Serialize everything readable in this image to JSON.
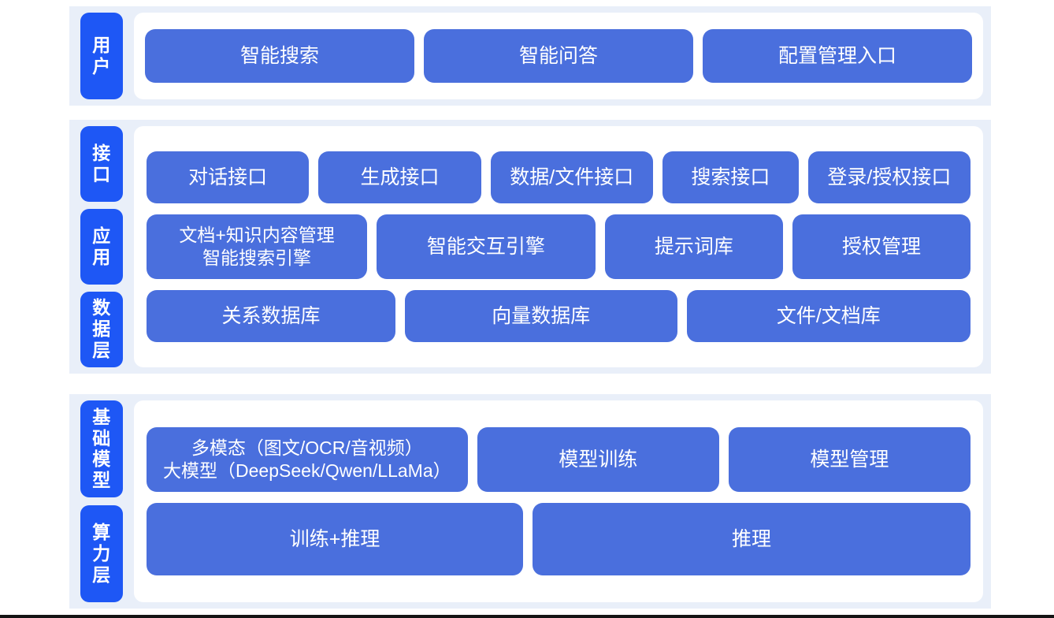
{
  "theme": {
    "page_background": "#ffffff",
    "band_background": "#e9eff9",
    "panel_background": "#ffffff",
    "tab_color": "#1e57f5",
    "box_color": "#4a6fdd",
    "text_color": "#ffffff",
    "bottom_rule_color": "#141414"
  },
  "sections": [
    {
      "id": "user",
      "tabs": [
        "用户"
      ],
      "rows": [
        {
          "id": "user-entries",
          "boxes": [
            {
              "label": "智能搜索",
              "flex": 1
            },
            {
              "label": "智能问答",
              "flex": 1
            },
            {
              "label": "配置管理入口",
              "flex": 1
            }
          ]
        }
      ]
    },
    {
      "id": "platform",
      "tabs": [
        "接口",
        "应用",
        "数据层"
      ],
      "rows": [
        {
          "id": "interface",
          "boxes": [
            {
              "label": "对话接口",
              "flex": 1
            },
            {
              "label": "生成接口",
              "flex": 1
            },
            {
              "label": "数据/文件接口",
              "flex": 1
            },
            {
              "label": "搜索接口",
              "flex": 0.82
            },
            {
              "label": "登录/授权接口",
              "flex": 1
            }
          ]
        },
        {
          "id": "application",
          "boxes": [
            {
              "label": "文档+知识内容管理\n智能搜索引擎",
              "flex": 1.06
            },
            {
              "label": "智能交互引擎",
              "flex": 1.05
            },
            {
              "label": "提示词库",
              "flex": 0.84
            },
            {
              "label": "授权管理",
              "flex": 0.84
            }
          ]
        },
        {
          "id": "data",
          "boxes": [
            {
              "label": "关系数据库",
              "flex": 1
            },
            {
              "label": "向量数据库",
              "flex": 1.1
            },
            {
              "label": "文件/文档库",
              "flex": 1.15
            }
          ]
        }
      ]
    },
    {
      "id": "infrastructure",
      "tabs": [
        "基础模型",
        "算力层"
      ],
      "rows": [
        {
          "id": "model",
          "boxes": [
            {
              "label": "多模态（图文/OCR/音视频）\n大模型（DeepSeek/Qwen/LLaMa）",
              "flex": 1.35,
              "small": true
            },
            {
              "label": "模型训练",
              "flex": 1
            },
            {
              "label": "模型管理",
              "flex": 1
            }
          ]
        },
        {
          "id": "compute",
          "boxes": [
            {
              "label": "训练+推理",
              "flex": 1
            },
            {
              "label": "推理",
              "flex": 1.17
            }
          ]
        }
      ]
    }
  ]
}
